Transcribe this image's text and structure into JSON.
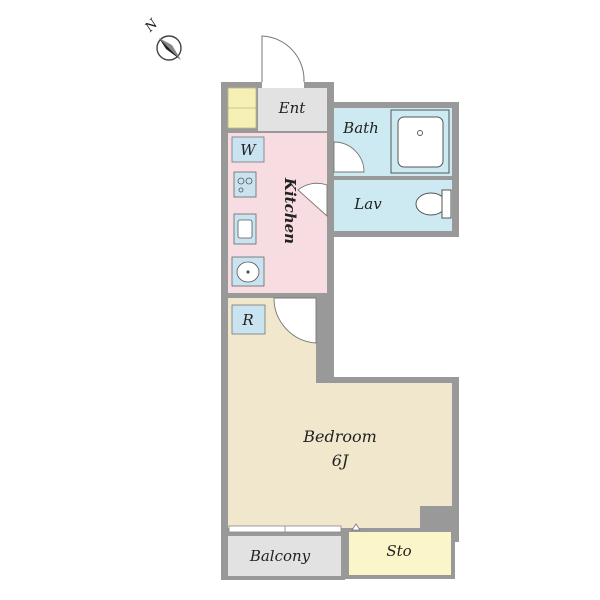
{
  "compass": {
    "letter": "N",
    "icon": "north-arrow-icon"
  },
  "rooms": {
    "entrance": "Ent",
    "bath": "Bath",
    "washer": "W",
    "kitchen": "Kitchen",
    "lavatory": "Lav",
    "refrigerator": "R",
    "bedroom": "Bedroom",
    "bedroom_size": "6J",
    "balcony": "Balcony",
    "storage": "Sto"
  },
  "colors": {
    "wall": "#999999",
    "entrance_floor": "#e2e2e2",
    "kitchen_floor": "#f7dde2",
    "wet_area_floor": "#cdeaf2",
    "bedroom_floor": "#f0e7cd",
    "storage_floor": "#fbf6c9",
    "shoe_box": "#f7f0b4",
    "balcony_floor": "#e2e2e2",
    "fixture_box": "#c9e3f0"
  }
}
